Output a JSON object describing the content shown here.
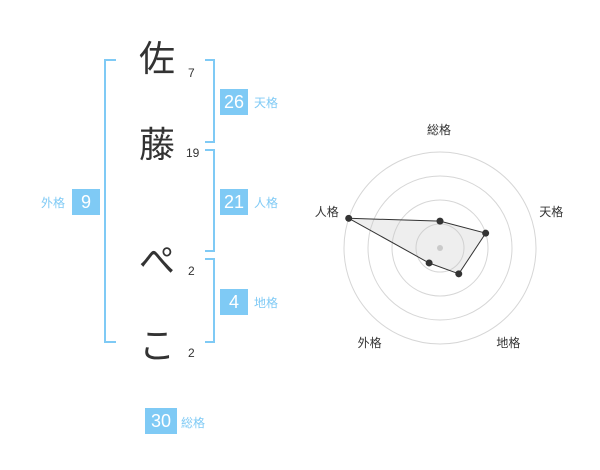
{
  "name_chars": [
    {
      "char": "佐",
      "strokes": "7"
    },
    {
      "char": "藤",
      "strokes": "19"
    },
    {
      "char": "ぺ",
      "strokes": "2"
    },
    {
      "char": "こ",
      "strokes": "2"
    }
  ],
  "fortunes": {
    "tenkaku": {
      "value": "26",
      "label": "天格"
    },
    "jinkaku": {
      "value": "21",
      "label": "人格"
    },
    "chikaku": {
      "value": "4",
      "label": "地格"
    },
    "gaikaku": {
      "value": "9",
      "label": "外格"
    },
    "soukaku": {
      "value": "30",
      "label": "総格"
    }
  },
  "accent_color": "#7fcaf5",
  "chart_data": {
    "type": "radar",
    "axes": [
      "総格",
      "天格",
      "地格",
      "外格",
      "人格"
    ],
    "values": [
      1.12,
      2.0,
      1.33,
      0.77,
      4.0
    ],
    "range": [
      0,
      4
    ],
    "rings": 4,
    "grid": true
  }
}
